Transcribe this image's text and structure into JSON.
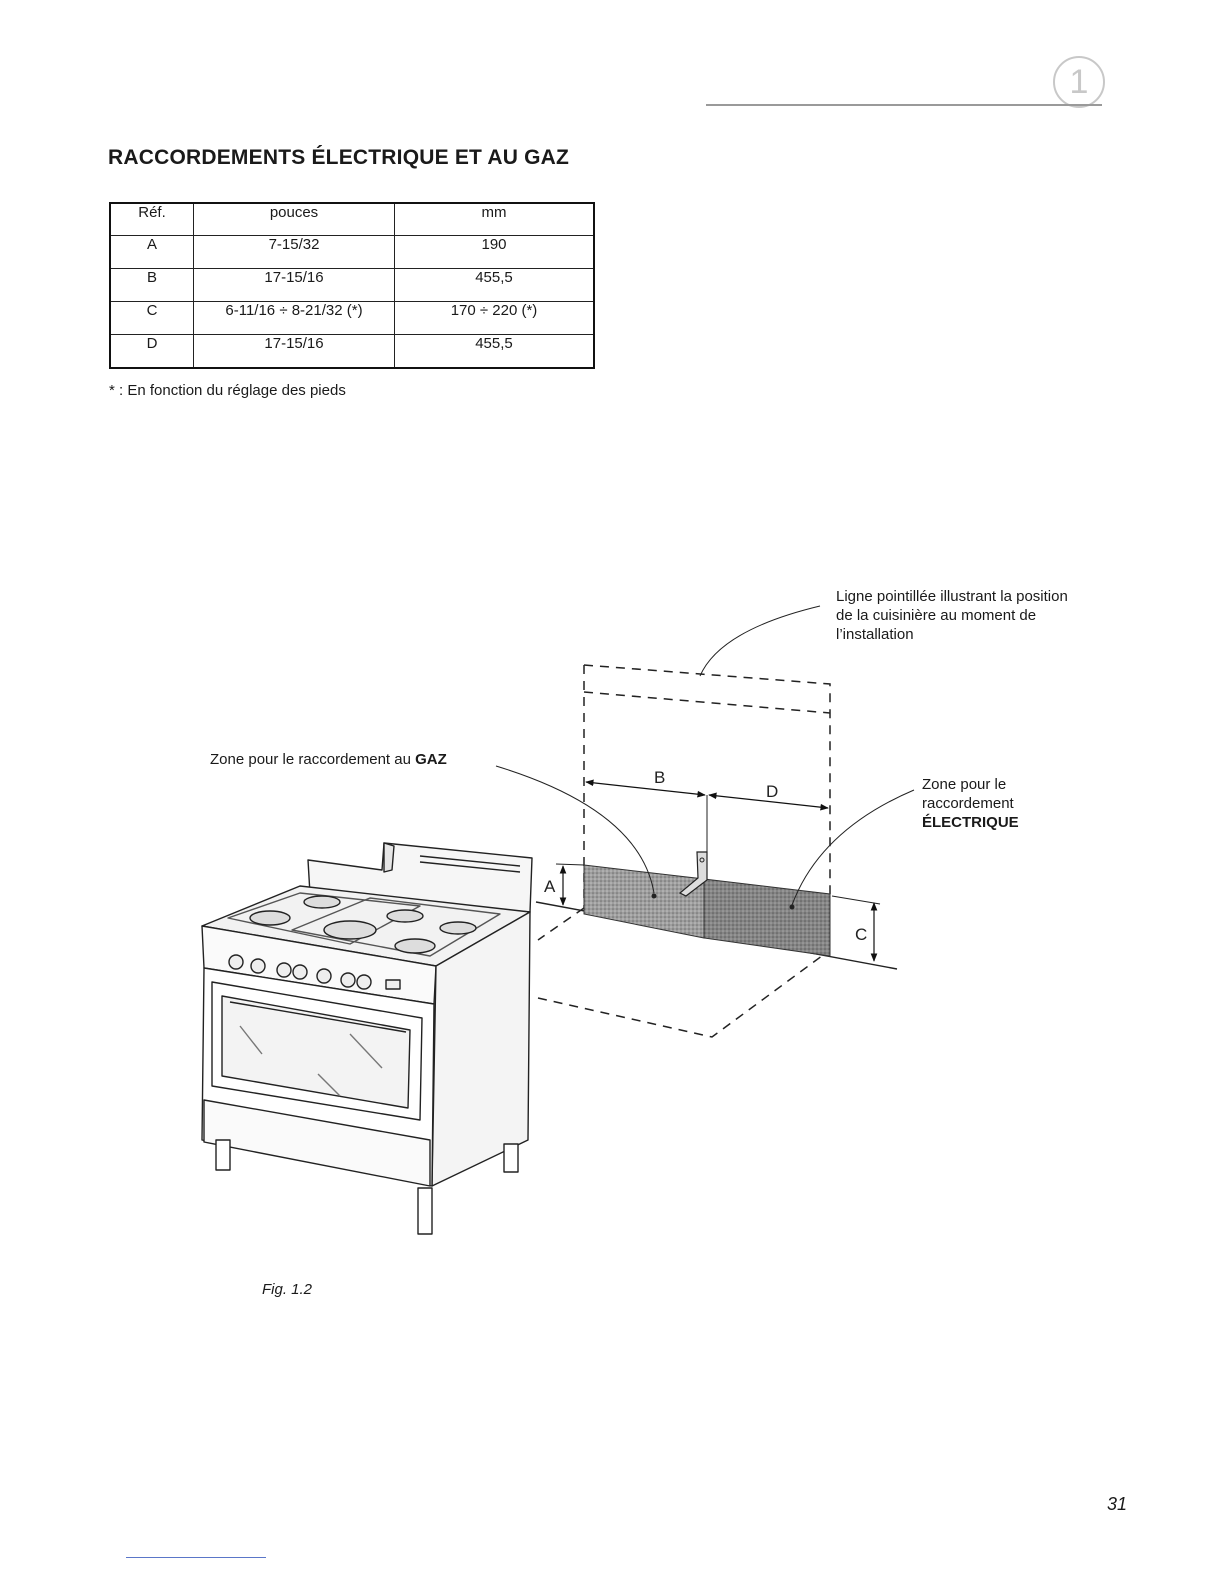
{
  "badge": "1",
  "title": "RACCORDEMENTS ÉLECTRIQUE ET AU GAZ",
  "table": {
    "headers": [
      "Réf.",
      "pouces",
      "mm"
    ],
    "rows": [
      [
        "A",
        "7-15/32",
        "190"
      ],
      [
        "B",
        "17-15/16",
        "455,5"
      ],
      [
        "C",
        "6-11/16 ÷ 8-21/32 (*)",
        "170 ÷ 220 (*)"
      ],
      [
        "D",
        "17-15/16",
        "455,5"
      ]
    ]
  },
  "footnote": "* : En fonction du réglage des pieds",
  "labels": {
    "dashed_line": "Ligne pointillée illustrant la position de la cuisinière au moment de l’installation",
    "gas_zone_prefix": "Zone pour le raccordement au ",
    "gas_zone_bold": "GAZ",
    "electric_zone_prefix": "Zone pour le raccordement",
    "electric_zone_bold": "ÉLECTRIQUE"
  },
  "dimension_letters": [
    "A",
    "B",
    "C",
    "D"
  ],
  "figure_caption": "Fig. 1.2",
  "page_number": "31"
}
